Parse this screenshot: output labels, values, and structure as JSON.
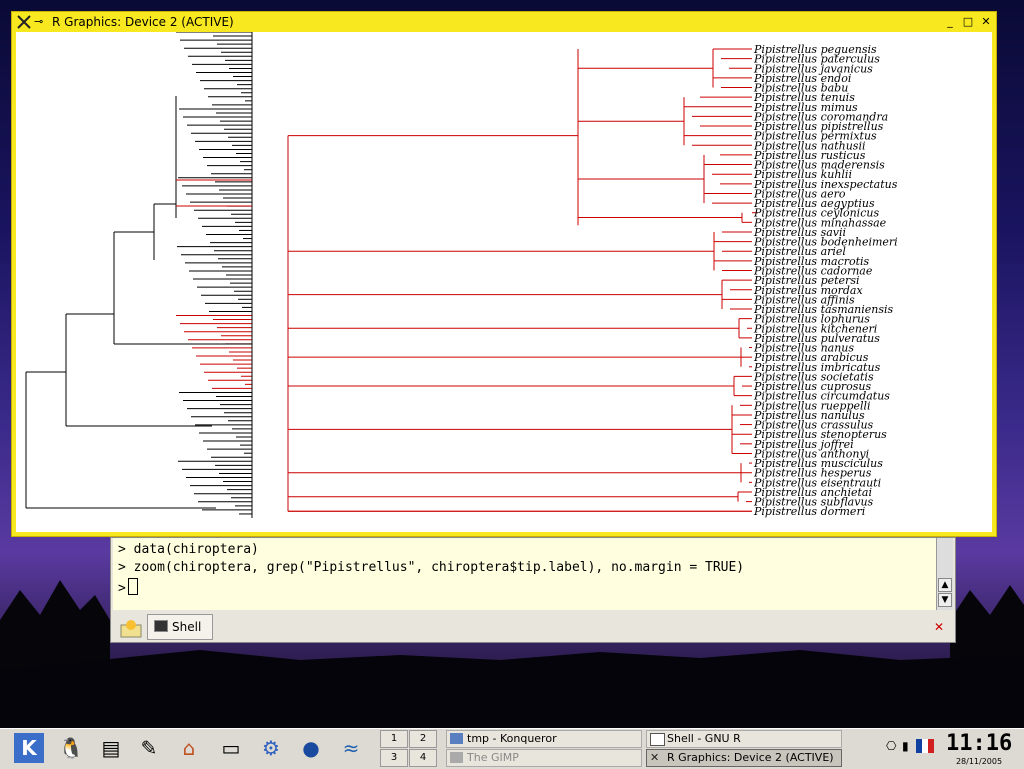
{
  "r_window": {
    "title": "R Graphics: Device 2 (ACTIVE)",
    "minimize_icon": "_",
    "maximize_icon": "□",
    "close_icon": "✕"
  },
  "tree": {
    "tips": [
      "Pipistrellus peguensis",
      "Pipistrellus paterculus",
      "Pipistrellus javanicus",
      "Pipistrellus endoi",
      "Pipistrellus babu",
      "Pipistrellus tenuis",
      "Pipistrellus mimus",
      "Pipistrellus coromandra",
      "Pipistrellus pipistrellus",
      "Pipistrellus permixtus",
      "Pipistrellus nathusii",
      "Pipistrellus rusticus",
      "Pipistrellus maderensis",
      "Pipistrellus kuhlii",
      "Pipistrellus inexspectatus",
      "Pipistrellus aero",
      "Pipistrellus aegyptius",
      "Pipistrellus ceylonicus",
      "Pipistrellus minahassae",
      "Pipistrellus savii",
      "Pipistrellus bodenheimeri",
      "Pipistrellus ariel",
      "Pipistrellus macrotis",
      "Pipistrellus cadornae",
      "Pipistrellus petersi",
      "Pipistrellus mordax",
      "Pipistrellus affinis",
      "Pipistrellus tasmaniensis",
      "Pipistrellus lophurus",
      "Pipistrellus kitcheneri",
      "Pipistrellus pulveratus",
      "Pipistrellus nanus",
      "Pipistrellus arabicus",
      "Pipistrellus imbricatus",
      "Pipistrellus societatis",
      "Pipistrellus cuprosus",
      "Pipistrellus circumdatus",
      "Pipistrellus rueppelli",
      "Pipistrellus nanulus",
      "Pipistrellus crassulus",
      "Pipistrellus stenopterus",
      "Pipistrellus joffrei",
      "Pipistrellus anthonyi",
      "Pipistrellus musciculus",
      "Pipistrellus hesperus",
      "Pipistrellus eisentrauti",
      "Pipistrellus anchietai",
      "Pipistrellus subflavus",
      "Pipistrellus dormeri"
    ],
    "branch_color": "#cc0000"
  },
  "shell": {
    "line1": "> data(chiroptera)",
    "line2": "> zoom(chiroptera, grep(\"Pipistrellus\", chiroptera$tip.label), no.margin = TRUE)",
    "prompt": ">",
    "tab_label": "Shell"
  },
  "taskbar": {
    "pager": [
      "1",
      "2",
      "3",
      "4"
    ],
    "tasks": [
      {
        "label": "tmp - Konqueror"
      },
      {
        "label": "Shell - GNU R"
      },
      {
        "label": "The GIMP"
      },
      {
        "label": "R Graphics: Device 2 (ACTIVE)"
      }
    ],
    "clock_time": "11:16",
    "clock_date": "28/11/2005"
  }
}
